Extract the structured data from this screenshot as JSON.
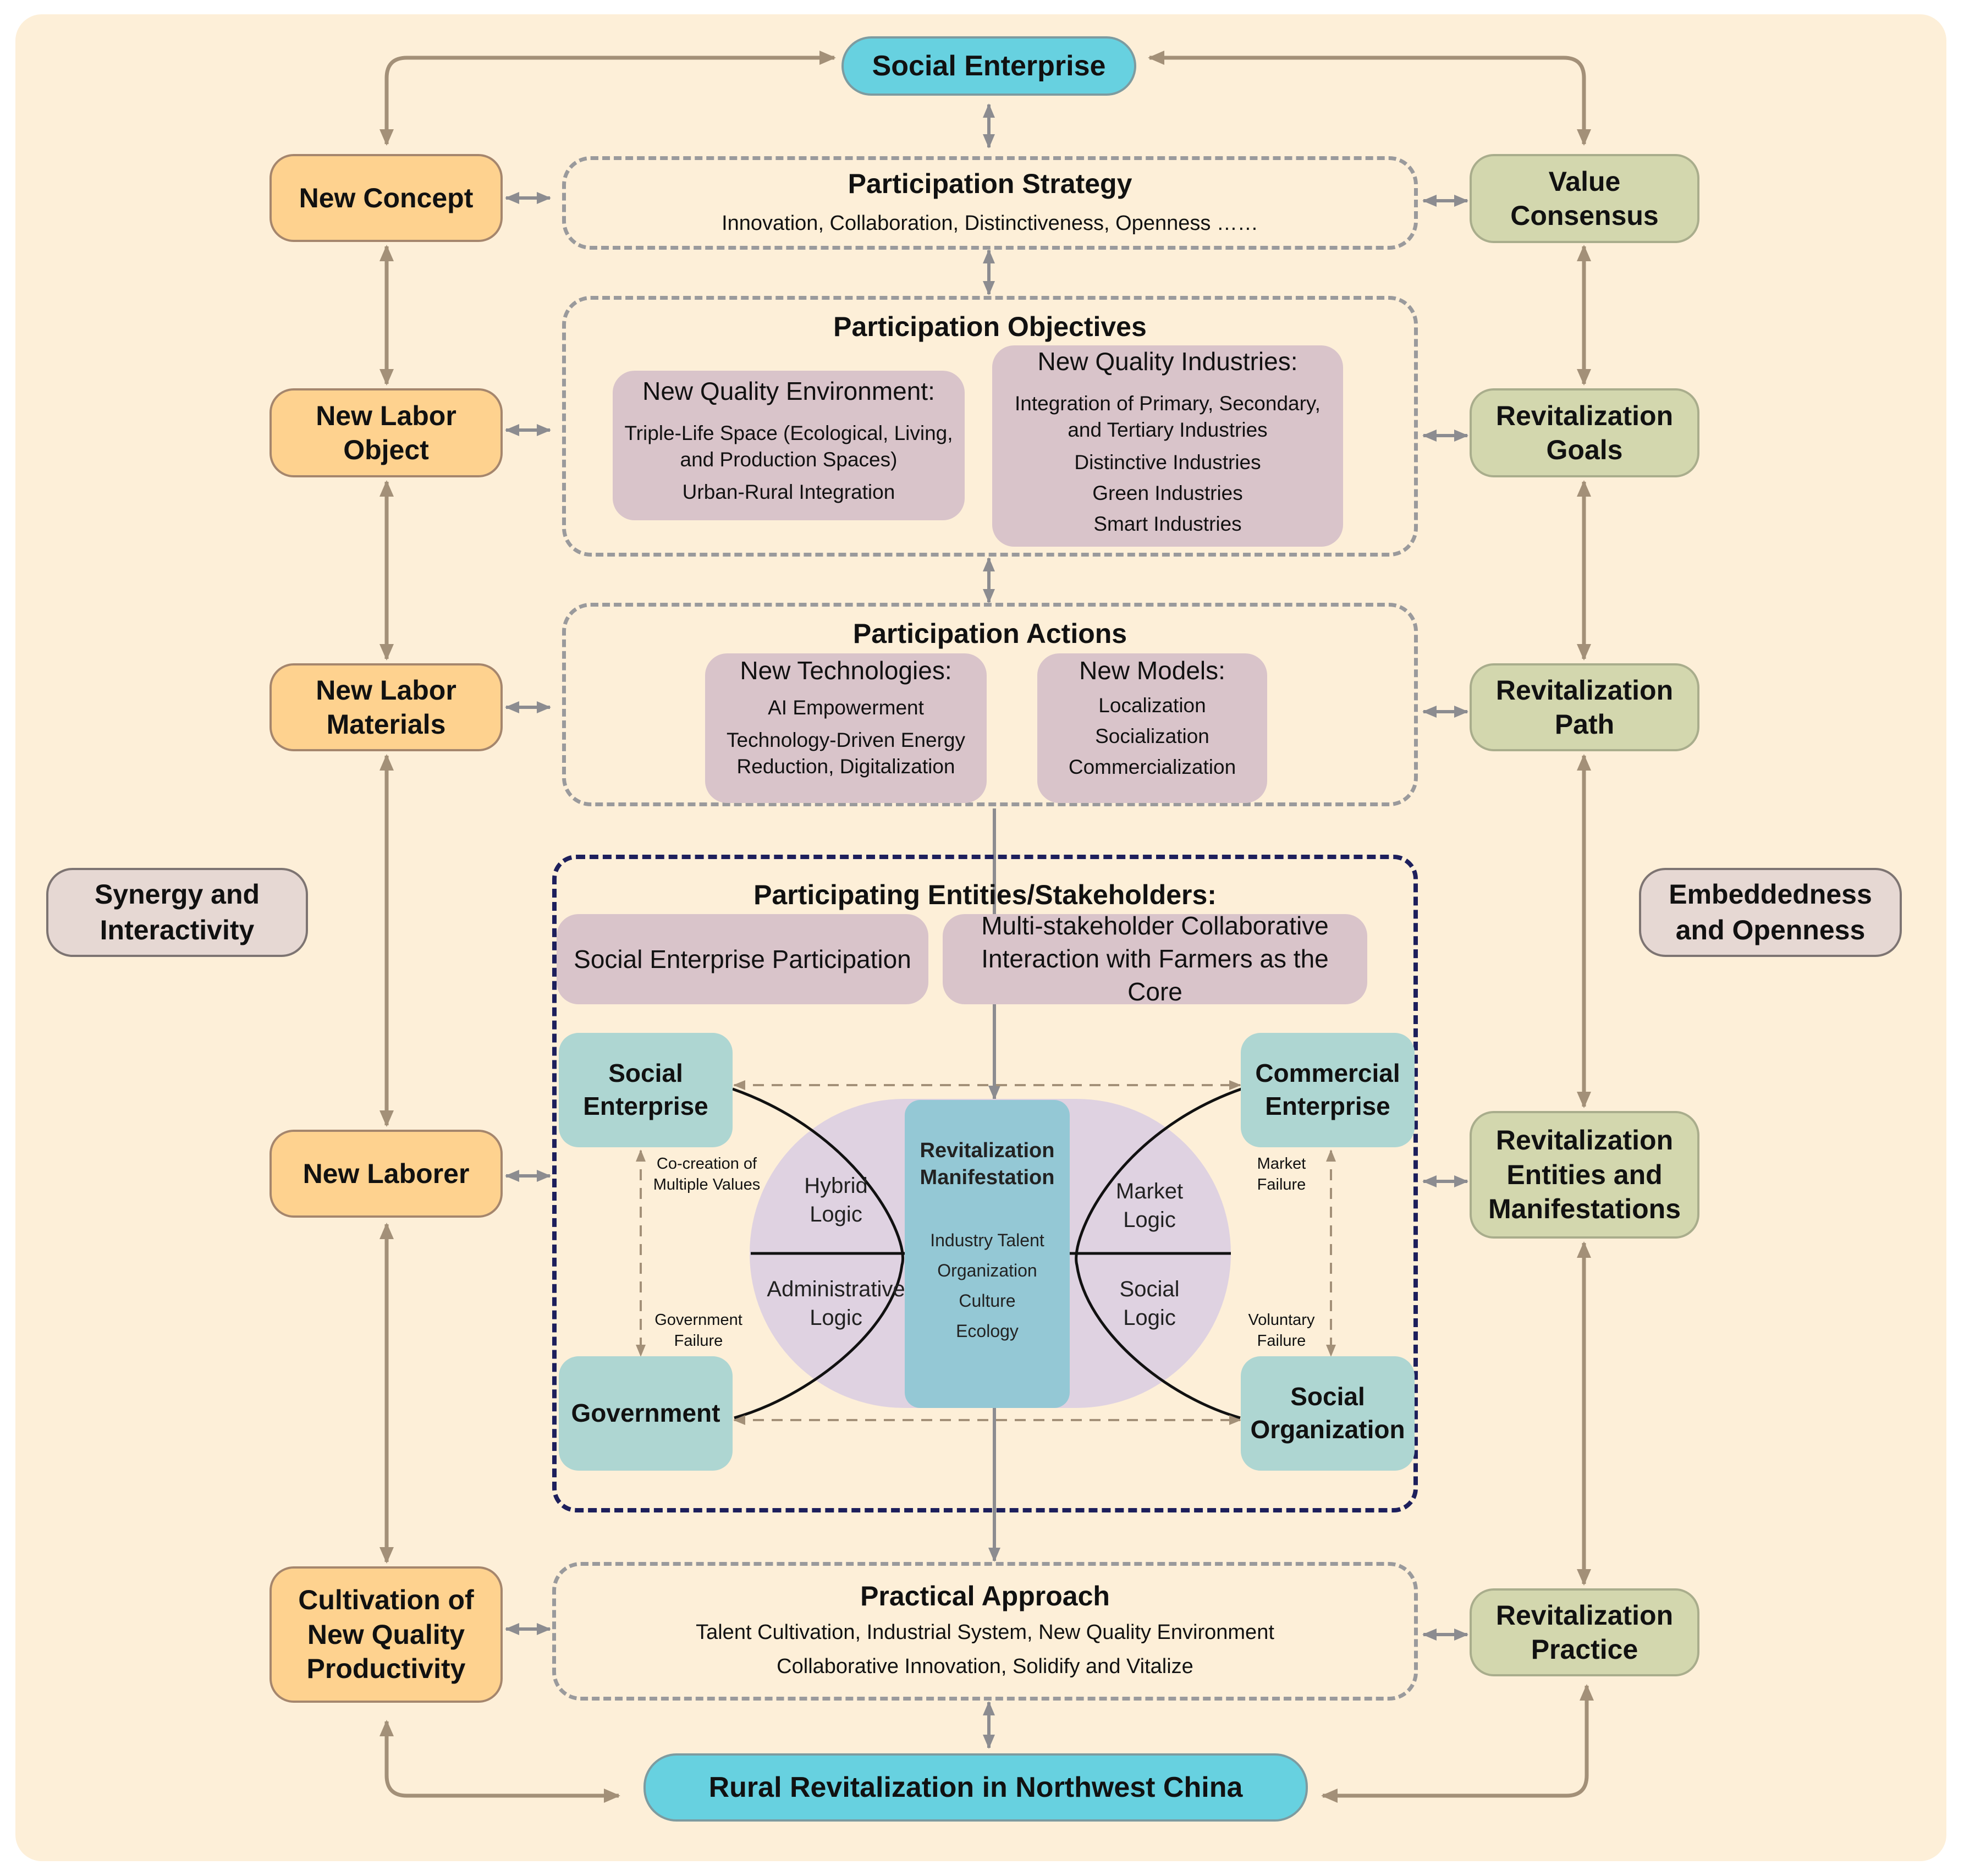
{
  "top_node": "Social Enterprise",
  "bottom_node": "Rural Revitalization  in Northwest China",
  "left_column": [
    "New Concept",
    "New Labor Object",
    "New Labor Materials",
    "New Laborer",
    "Cultivation of New Quality Productivity"
  ],
  "right_column": [
    "Value Consensus",
    "Revitalization Goals",
    "Revitalization Path",
    "Revitalization Entities and Manifestations",
    "Revitalization Practice"
  ],
  "side_left": "Synergy and Interactivity",
  "side_right": "Embeddedness and Openness",
  "strategy": {
    "title": "Participation Strategy",
    "text": "Innovation, Collaboration, Distinctiveness, Openness ……"
  },
  "objectives": {
    "title": "Participation Objectives",
    "environment": {
      "heading": "New Quality Environment:",
      "items": [
        "Triple-Life Space (Ecological, Living,  and Production Spaces)",
        "Urban-Rural Integration"
      ]
    },
    "industries": {
      "heading": "New Quality Industries:",
      "items": [
        "Integration of Primary, Secondary, and Tertiary Industries",
        "Distinctive Industries",
        "Green Industries",
        "Smart Industries"
      ]
    }
  },
  "actions": {
    "title": "Participation Actions",
    "technologies": {
      "heading": "New Technologies:",
      "items": [
        "AI Empowerment",
        "Technology-Driven Energy Reduction, Digitalization"
      ]
    },
    "models": {
      "heading": "New Models:",
      "items": [
        "Localization",
        "Socialization",
        "Commercialization"
      ]
    }
  },
  "entities": {
    "title": "Participating Entities/Stakeholders:",
    "participation": "Social Enterprise Participation",
    "interaction": "Multi-stakeholder Collaborative Interaction with Farmers as the Core",
    "social_enterprise": "Social Enterprise",
    "commercial_enterprise": "Commercial Enterprise",
    "government": "Government",
    "social_organization": "Social Organization",
    "manifestation_title": "Revitalization Manifestation",
    "manifestation_items": [
      "Industry Talent",
      "Organization",
      "Culture",
      "Ecology"
    ],
    "hybrid_logic": "Hybrid Logic",
    "administrative_logic": "Administrative Logic",
    "market_logic": "Market Logic",
    "social_logic": "Social Logic",
    "co_creation": "Co-creation of Multiple Values",
    "government_failure": "Government Failure",
    "market_failure": "Market Failure",
    "voluntary_failure": "Voluntary Failure"
  },
  "practical": {
    "title": "Practical Approach",
    "line1": "Talent Cultivation, Industrial System, New Quality Environment",
    "line2": "Collaborative Innovation, Solidify and Vitalize"
  },
  "colors": {
    "background": "#fdefd8",
    "orange_box": "#fed28f",
    "green_box": "#d3d7ae",
    "cyan_box": "#67d1e0",
    "mauve_box": "#d9c4ca",
    "teal_box": "#aed6d2",
    "center_box": "#94c8d5",
    "oval": "#dfd2e1",
    "arrow_brown": "#a39078",
    "arrow_grey": "#8c8c90",
    "entities_border": "#1d1f5c"
  }
}
